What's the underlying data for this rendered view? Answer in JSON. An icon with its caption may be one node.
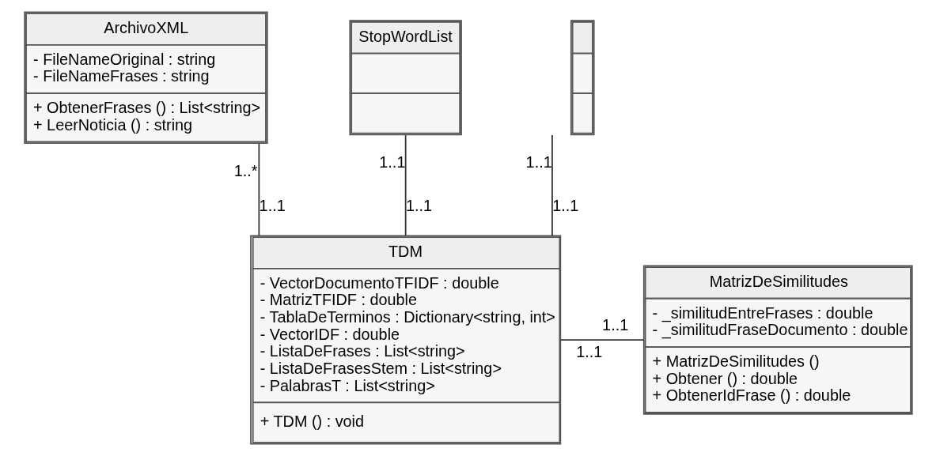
{
  "diagram": {
    "nodes": [
      {
        "text": [
          "ArchivoXML",
          "- FileNameOriginal : string",
          "- FileNameFrases : string",
          "+ ObtenerFrases () : List<string>",
          "+ LeerNoticia () : string"
        ]
      },
      {
        "text": [
          "StopWordList"
        ]
      },
      {
        "text": [],
        "shape": "box"
      },
      {
        "text": [
          "TDM",
          "- VectorDocumentoTFIDF : double",
          "- MatrizTFIDF : double",
          "- TablaDeTerminos : Dictionary<string, int>",
          "- VectorIDF : double",
          "- ListaDeFrases : List<string>",
          "- ListaDeFrasesStem : List<string>",
          "- PalabrasT : List<string>",
          "+ TDM () : void"
        ]
      },
      {
        "text": [
          "MatrizDeSimilitudes",
          "- _similitudEntreFrases : double",
          "- _similitudFraseDocumento : double",
          "+ MatrizDeSimilitudes ()",
          "+ Obtener () : double",
          "+ ObtenerIdFrase () : double"
        ]
      }
    ],
    "edges": [
      {
        "from": 0,
        "to": 3,
        "arrow": "none"
      },
      {
        "from": 2,
        "to": 3,
        "arrow": "none"
      },
      {
        "from": 1,
        "to": 3,
        "arrow": "none"
      },
      {
        "from": 3,
        "to": 4,
        "arrow": "none"
      }
    ],
    "labels": [
      "1..*",
      "1..1",
      "1..1",
      "1..1",
      "1..1",
      "1..1",
      "1..1",
      "1..1"
    ]
  }
}
